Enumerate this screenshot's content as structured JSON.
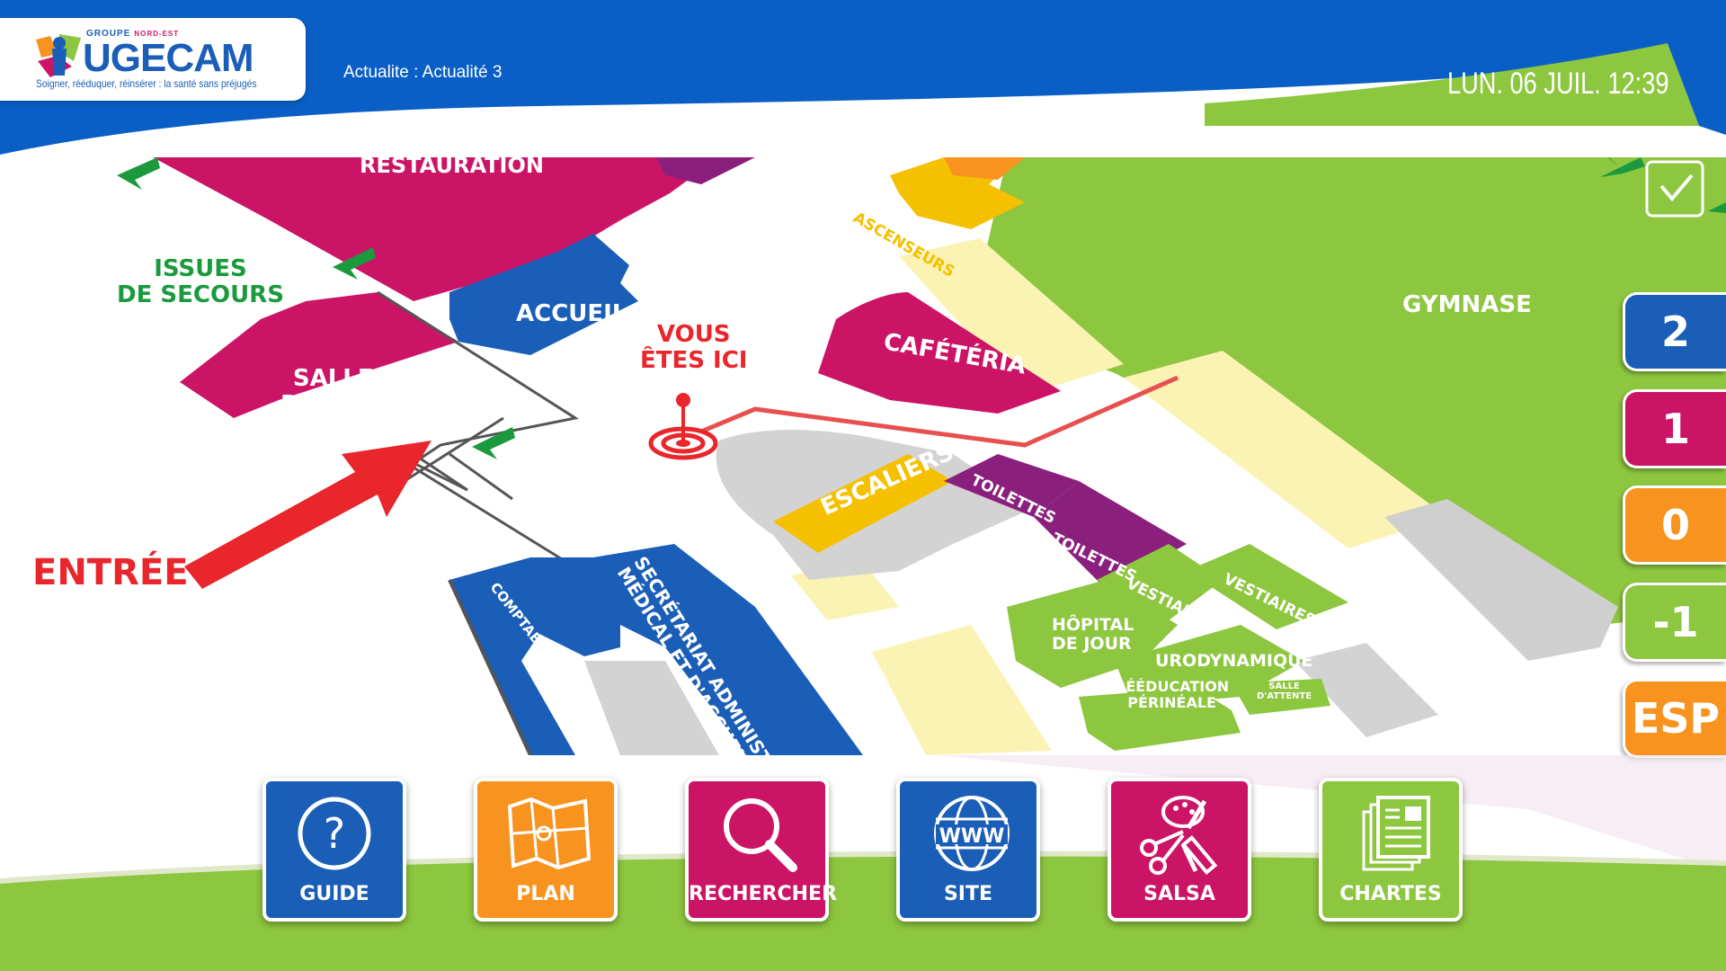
{
  "header": {
    "logo": {
      "group": "GROUPE",
      "region": "NORD-EST",
      "name": "UGECAM",
      "tagline": "Soigner, rééduquer, réinsérer : la santé sans préjugés"
    },
    "news_ticker": "Actualite : Actualité 3",
    "datetime": "LUN. 06 JUIL. 12:39"
  },
  "map": {
    "labels": {
      "restauration": "RESTAURATION",
      "issues_de_secours": "ISSUES\nDE SECOURS",
      "accueil": "ACCUEIL",
      "vous_etes_ici": "VOUS\nÊTES ICI",
      "salle_dhotel": "SALLE\nDHOTEL",
      "entree": "ENTRÉE",
      "ascenseurs": "ASCENSEURS",
      "cafeteria": "CAFÉTÉRIA",
      "gymnase": "GYMNASE",
      "escaliers": "ESCALIERS",
      "toilettes_1": "TOILETTES",
      "toilettes_2": "TOILETTES",
      "vestiaires_1": "VESTIAIRES",
      "vestiaires_2": "VESTIAIRES",
      "hopital_de_jour": "HÔPITAL\nDE JOUR",
      "urodynamique": "URODYNAMIQUE",
      "reeducation_perineale": "RÉÉDUCATION\nPÉRINÉALE",
      "salle_dattente": "SALLE\nD'ATTENTE",
      "comptabilite": "COMPTABILITÉ",
      "secretariat": "SECRÉTARIAT ADMINISTRATIF,\nMÉDICAL ET D'ACCUEIL (SAMA)"
    }
  },
  "floors": [
    {
      "label": "2",
      "color": "#1a5eb8"
    },
    {
      "label": "1",
      "color": "#cc1466"
    },
    {
      "label": "0",
      "color": "#f7931e"
    },
    {
      "label": "-1",
      "color": "#8dc63f"
    },
    {
      "label": "ESP",
      "color": "#f7931e"
    }
  ],
  "nav": [
    {
      "label": "GUIDE",
      "color": "#1a5eb8",
      "icon": "question-icon"
    },
    {
      "label": "PLAN",
      "color": "#f7931e",
      "icon": "map-icon"
    },
    {
      "label": "RECHERCHER",
      "color": "#cc1466",
      "icon": "search-icon"
    },
    {
      "label": "SITE",
      "color": "#1a5eb8",
      "icon": "globe-www-icon"
    },
    {
      "label": "SALSA",
      "color": "#cc1466",
      "icon": "art-tools-icon"
    },
    {
      "label": "CHARTES",
      "color": "#8dc63f",
      "icon": "document-icon"
    }
  ],
  "colors": {
    "blue": "#0a5fc6",
    "green": "#8dc63f",
    "magenta": "#cc1466",
    "purple": "#8a1f7d",
    "orange": "#f7931e",
    "yellow": "#f5c000",
    "red": "#e8262c",
    "exit_green": "#1a9a3c"
  }
}
